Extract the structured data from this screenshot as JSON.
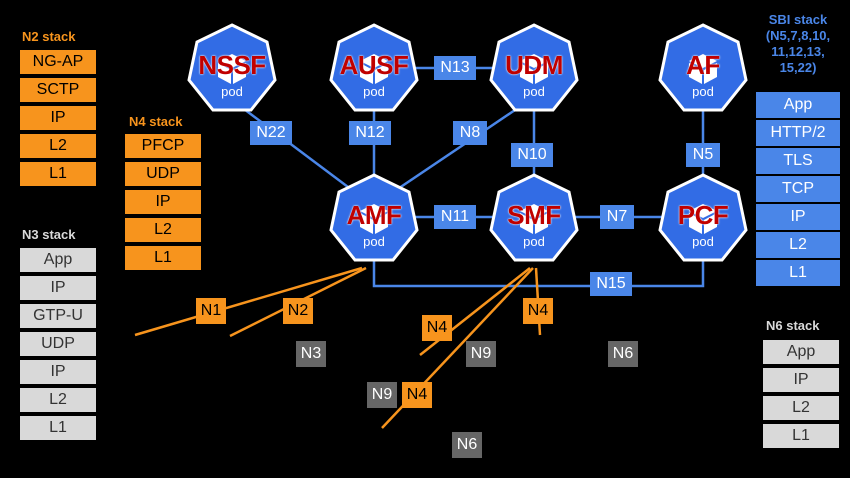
{
  "stacks": {
    "n2": {
      "title": "N2 stack",
      "layers": [
        "NG-AP",
        "SCTP",
        "IP",
        "L2",
        "L1"
      ]
    },
    "n4": {
      "title": "N4 stack",
      "layers": [
        "PFCP",
        "UDP",
        "IP",
        "L2",
        "L1"
      ]
    },
    "n3": {
      "title": "N3 stack",
      "layers": [
        "App",
        "IP",
        "GTP-U",
        "UDP",
        "IP",
        "L2",
        "L1"
      ]
    },
    "sbi": {
      "title_lines": [
        "SBI stack",
        "(N5,7,8,10,",
        "11,12,13,",
        "15,22)"
      ],
      "layers": [
        "App",
        "HTTP/2",
        "TLS",
        "TCP",
        "IP",
        "L2",
        "L1"
      ]
    },
    "n6": {
      "title": "N6 stack",
      "layers": [
        "App",
        "IP",
        "L2",
        "L1"
      ]
    }
  },
  "pods": [
    {
      "name": "NSSF",
      "sub": "pod"
    },
    {
      "name": "AUSF",
      "sub": "pod"
    },
    {
      "name": "UDM",
      "sub": "pod"
    },
    {
      "name": "AF",
      "sub": "pod"
    },
    {
      "name": "AMF",
      "sub": "pod"
    },
    {
      "name": "SMF",
      "sub": "pod"
    },
    {
      "name": "PCF",
      "sub": "pod"
    }
  ],
  "interfaces": {
    "n13": "N13",
    "n22": "N22",
    "n12": "N12",
    "n8": "N8",
    "n10": "N10",
    "n5": "N5",
    "n11": "N11",
    "n7": "N7",
    "n15": "N15",
    "n1": "N1",
    "n2": "N2",
    "n4a": "N4",
    "n4b": "N4",
    "n4c": "N4",
    "n3": "N3",
    "n9a": "N9",
    "n9b": "N9",
    "n6a": "N6",
    "n6b": "N6"
  },
  "colors": {
    "background": "#000000",
    "stack_orange": "#f7941d",
    "stack_gray": "#d9d9d9",
    "sbi_blue": "#4a86e8",
    "pod_blue": "#326ce5",
    "pod_label": "#c00000",
    "control_line": "#4a86e8",
    "user_line": "#f7941d"
  }
}
